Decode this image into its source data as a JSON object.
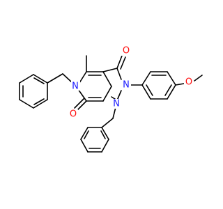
{
  "molecule": {
    "labels": {
      "n5": "N",
      "n1": "N",
      "n2": "N",
      "o3": "O",
      "o6": "O",
      "o_methoxy": "O"
    },
    "colors": {
      "bond": "#000000",
      "nitrogen": "#1a1aff",
      "oxygen": "#ff0d0d",
      "background": "#ffffff"
    }
  }
}
